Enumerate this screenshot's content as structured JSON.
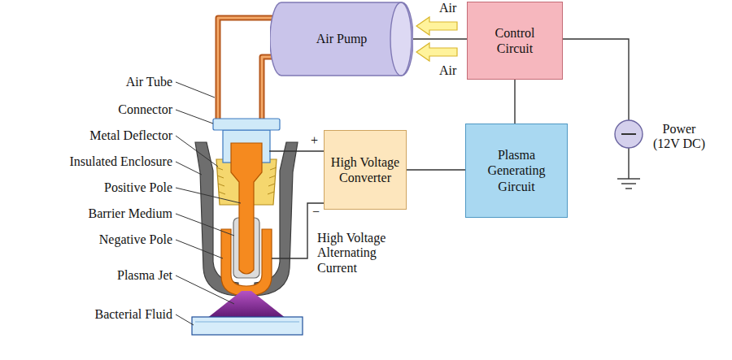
{
  "diagram": {
    "nodes": [
      {
        "text": [
          "Air Pump"
        ]
      },
      {
        "text": [
          "Control Circuit"
        ]
      },
      {
        "text": [
          "High Voltage Converter"
        ]
      },
      {
        "text": [
          "Plasma Generating Gircuit"
        ]
      }
    ],
    "edges": [
      {
        "from": 0,
        "to": 1,
        "arrow": "none"
      },
      {
        "from": 1,
        "to": 3,
        "arrow": "none"
      },
      {
        "from": 2,
        "to": 3,
        "arrow": "none"
      }
    ],
    "labels": [
      "Air",
      "Air",
      "Air Tube",
      "Connector",
      "Metal Deflector",
      "Insulated Enclosure",
      "Positive Pole",
      "Barrier Medium",
      "Negative Pole",
      "Plasma Jet",
      "Bacterial Fluid",
      "+",
      "−",
      "High Voltage Alternating Current",
      "Power (12V DC)"
    ]
  }
}
